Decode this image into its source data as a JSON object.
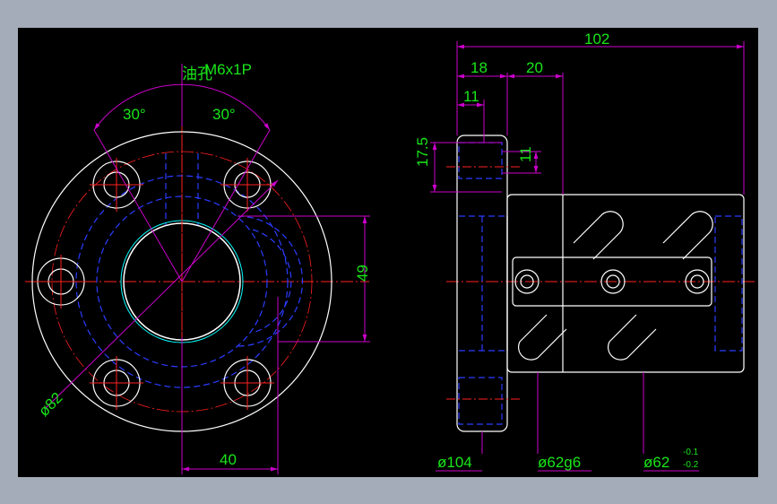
{
  "drawing": {
    "background": "#000000",
    "frame_color": "#a3acb8",
    "colors": {
      "outline": "#ffffff",
      "hidden": "#2a3cff",
      "center": "#ff2020",
      "dimension": "#cc00cc",
      "text": "#19e619",
      "cyan": "#00ffff"
    },
    "front_view": {
      "oil_hole_label": "油孔",
      "oil_hole_spec": "M6x1P",
      "angle_left": "30°",
      "angle_right": "30°",
      "pcd_dim": "ø82",
      "height_dim": "49",
      "width_dim": "40"
    },
    "side_view": {
      "overall_length": "102",
      "flange_thickness": "18",
      "body_offset": "20",
      "bolt_head": "11",
      "bolt_pos": "17.5",
      "bolt_hole": "11",
      "flange_dia": "ø104",
      "body_dia": "ø62g6",
      "nut_dia": "ø62",
      "tol_upper": "-0.1",
      "tol_lower": "-0.2"
    }
  }
}
